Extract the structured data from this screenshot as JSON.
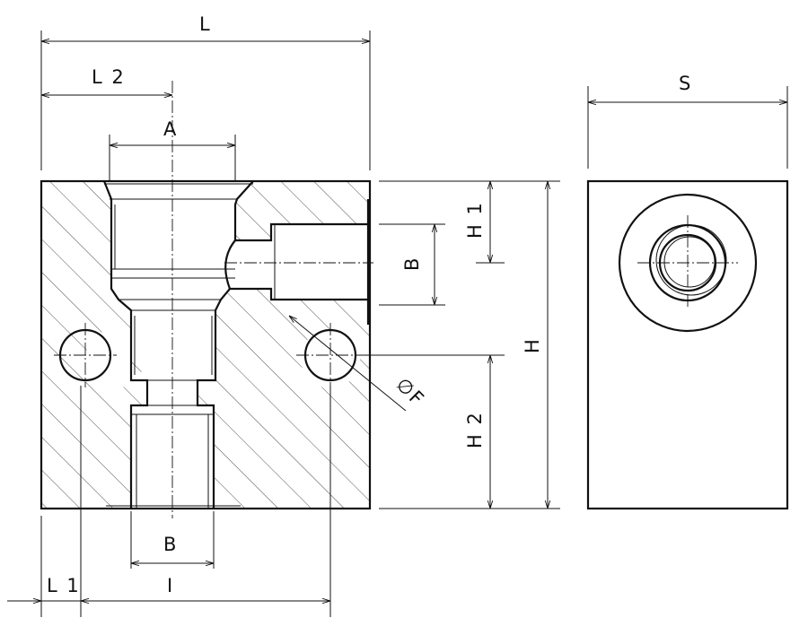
{
  "labels": {
    "L": "L",
    "L2": "L 2",
    "A": "A",
    "S": "S",
    "H1": "H 1",
    "B_side": "B",
    "H": "H",
    "phiF": "∅F",
    "H2": "H 2",
    "B_bottom": "B",
    "L1": "L 1",
    "I": "I"
  },
  "colors": {
    "line": "#111111",
    "background": "#ffffff"
  }
}
